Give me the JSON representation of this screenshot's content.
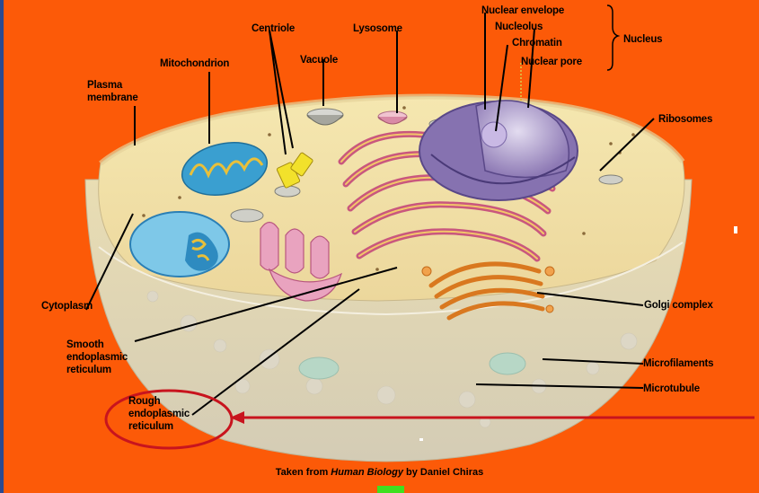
{
  "labels": {
    "nuclear_envelope": "Nuclear envelope",
    "nucleolus": "Nucleolus",
    "chromatin": "Chromatin",
    "nuclear_pore": "Nuclear pore",
    "nucleus": "Nucleus",
    "centriole": "Centriole",
    "lysosome": "Lysosome",
    "mitochondrion": "Mitochondrion",
    "vacuole": "Vacuole",
    "plasma_membrane": "Plasma\nmembrane",
    "ribosomes": "Ribosomes",
    "cytoplasm": "Cytoplasm",
    "golgi_complex": "Golgi complex",
    "smooth_er": "Smooth\nendoplasmic\nreticulum",
    "microfilaments": "Microfilaments",
    "microtubule": "Microtubule",
    "rough_er": "Rough\nendoplasmic\nreticulum"
  },
  "credit": {
    "prefix": "Taken from",
    "book": "Human Biology",
    "suffix": "by Daniel Chiras"
  },
  "colors": {
    "background": "#fc5a08",
    "highlight_circle": "#c8141e",
    "highlight_arrow": "#c8141e"
  }
}
